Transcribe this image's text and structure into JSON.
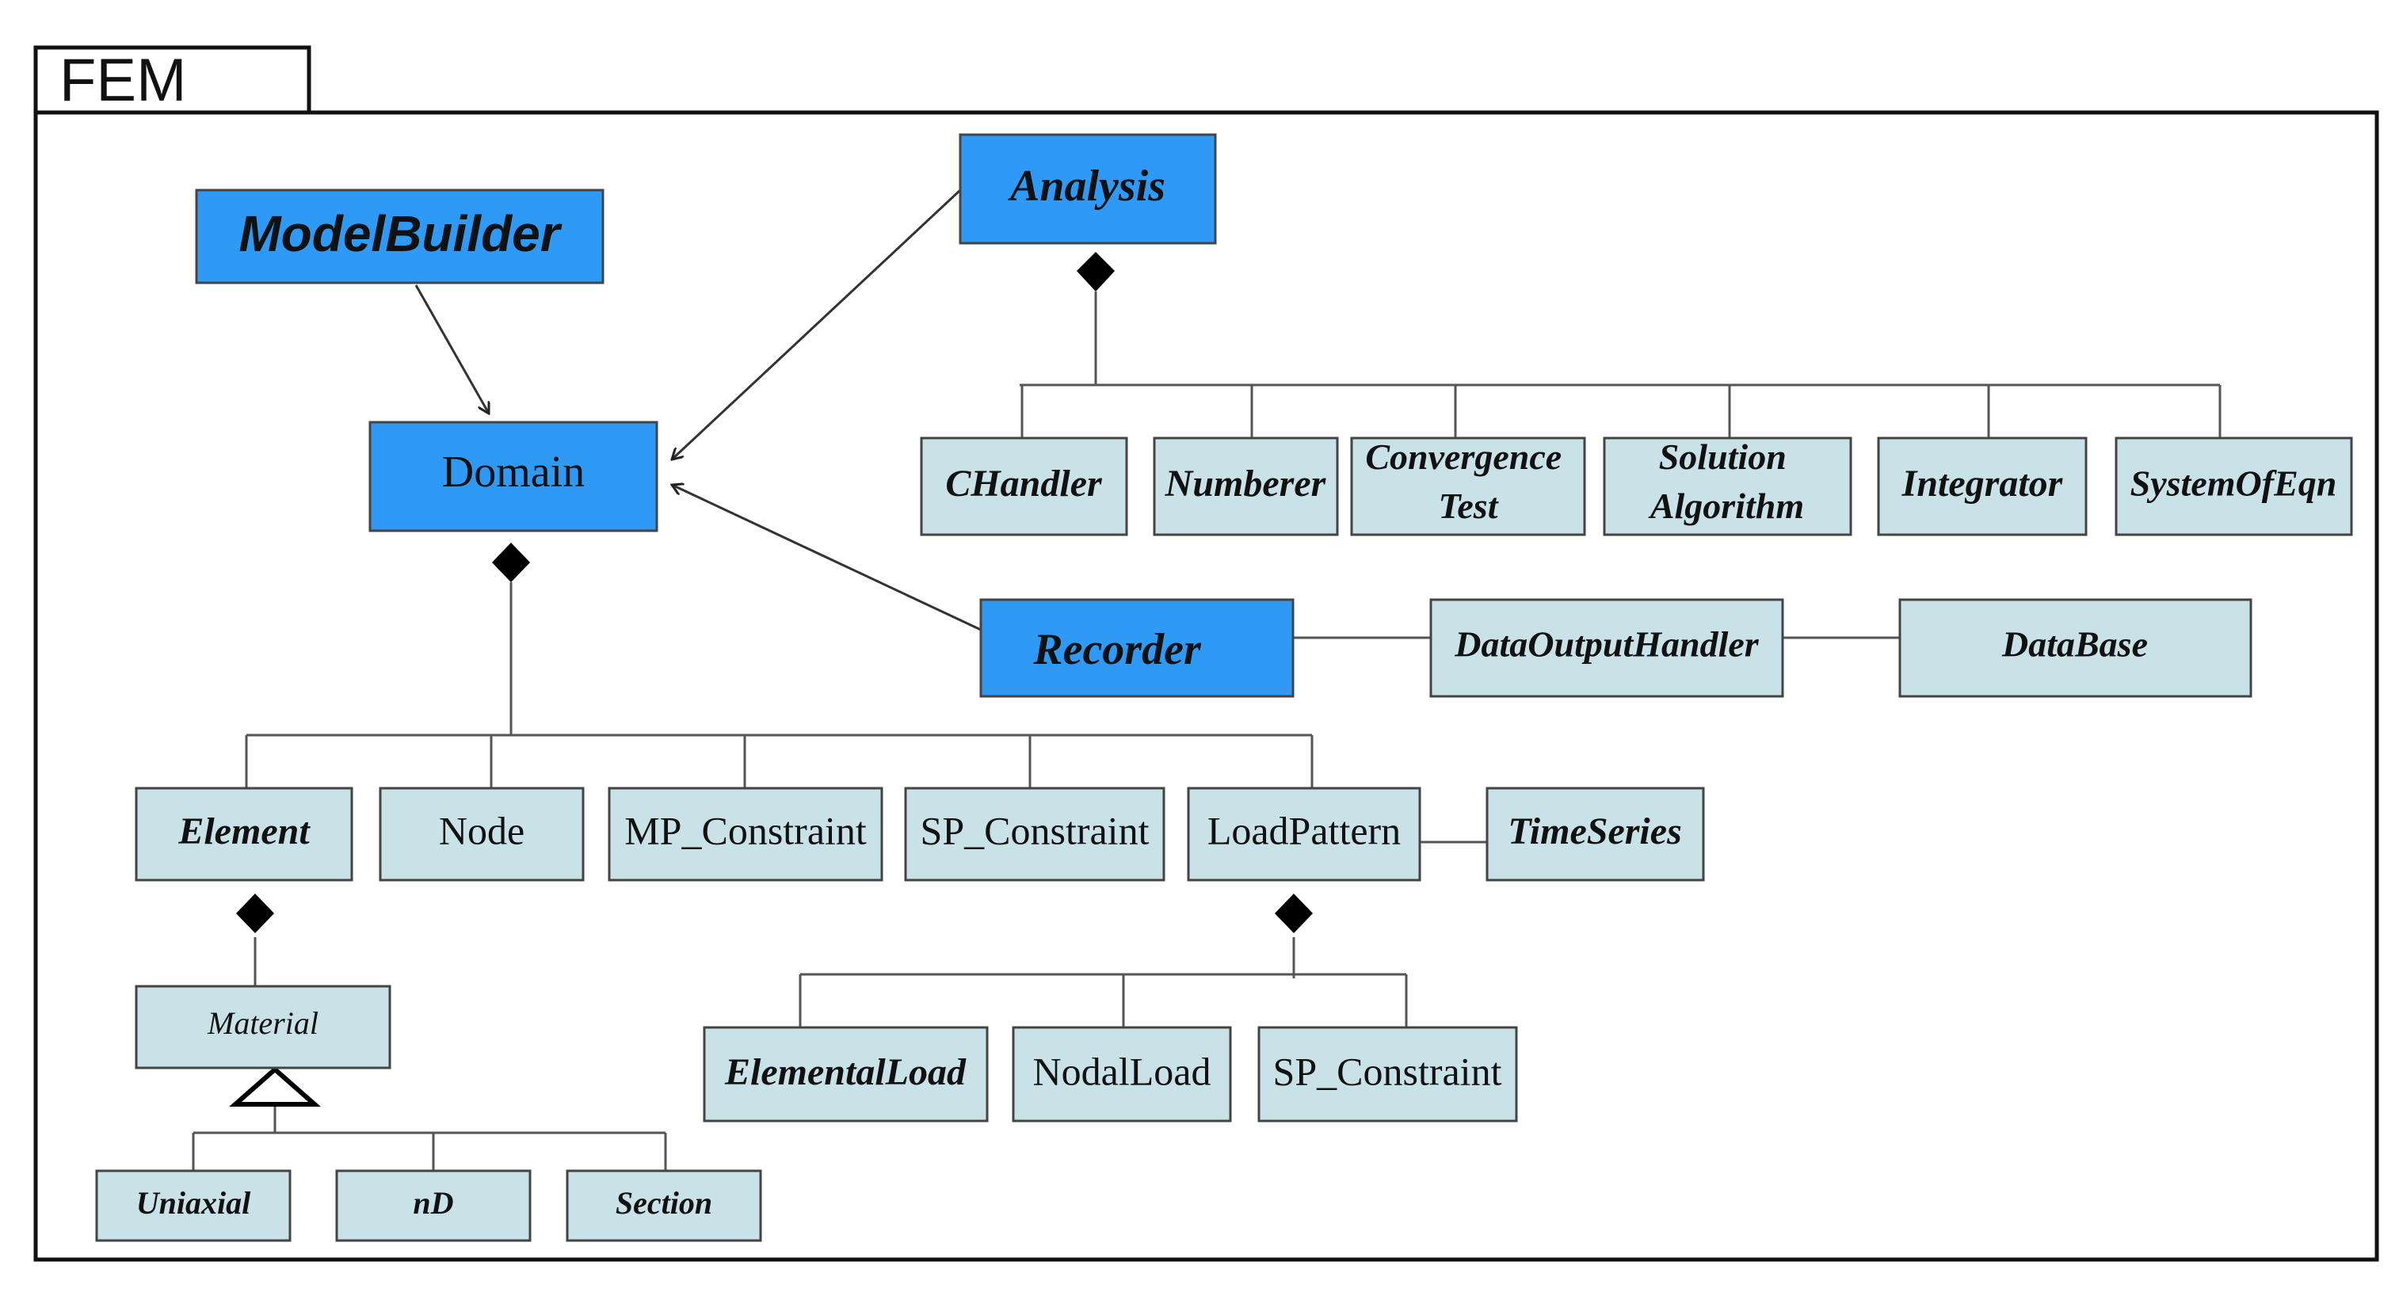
{
  "package": {
    "label": "FEM"
  },
  "nodes": {
    "model_builder": "ModelBuilder",
    "analysis": "Analysis",
    "domain": "Domain",
    "recorder": "Recorder",
    "data_output_handler": "DataOutputHandler",
    "database": "DataBase",
    "chandler": "CHandler",
    "numberer": "Numberer",
    "convergence_test": [
      "Convergence",
      "Test"
    ],
    "solution_algorithm": [
      "Solution",
      "Algorithm"
    ],
    "integrator": "Integrator",
    "system_of_eqn": "SystemOfEqn",
    "element": "Element",
    "node": "Node",
    "mp_constraint": "MP_Constraint",
    "sp_constraint": "SP_Constraint",
    "load_pattern": "LoadPattern",
    "time_series": "TimeSeries",
    "material": "Material",
    "uniaxial": "Uniaxial",
    "nd": "nD",
    "section": "Section",
    "elemental_load": "ElementalLoad",
    "nodal_load": "NodalLoad",
    "sp_constraint_load": "SP_Constraint"
  },
  "colors": {
    "class_fill": "#c9e2e7",
    "highlight_fill": "#2f9af5",
    "border": "#444444"
  }
}
